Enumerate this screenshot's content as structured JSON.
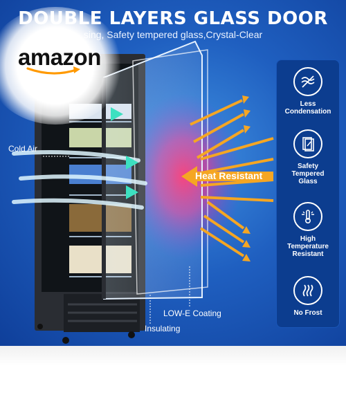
{
  "title": "DOUBLE LAYERS GLASS DOOR",
  "subtitle": "sing, Safety tempered glass,Crystal-Clear",
  "brand": {
    "logo_text": "amazon",
    "accent": "#ff9900"
  },
  "labels": {
    "cold_air": "Cold Air",
    "heat_resistant": "Heat Resistant",
    "low_e_coating": "LOW-E Coating",
    "insulating": "Insulating"
  },
  "features": [
    {
      "icon": "no-condensation-icon",
      "lines": [
        "Less",
        "Condensation"
      ]
    },
    {
      "icon": "tempered-glass-icon",
      "lines": [
        "Safety",
        "Tempered",
        "Glass"
      ]
    },
    {
      "icon": "thermometer-icon",
      "lines": [
        "High",
        "Temperature",
        "Resistant"
      ]
    },
    {
      "icon": "heat-waves-icon",
      "lines": [
        "No Frost"
      ]
    }
  ],
  "colors": {
    "arrow_orange": "#f5a623",
    "panel_blue": "#0c3d8f",
    "background_blue": "#1f5fc0"
  }
}
